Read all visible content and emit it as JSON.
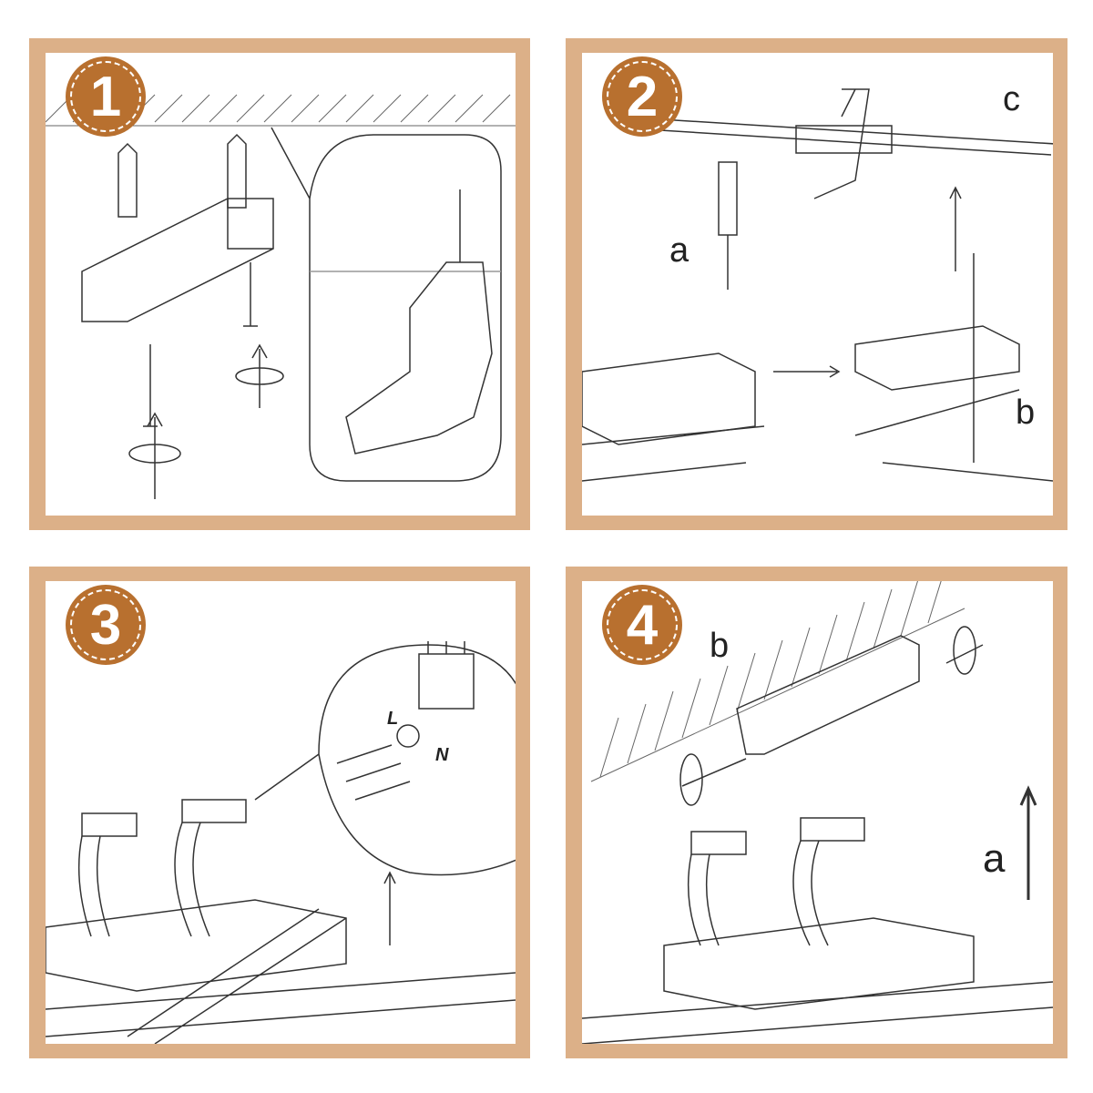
{
  "steps": [
    {
      "number": "1"
    },
    {
      "number": "2",
      "labels": {
        "a": "a",
        "b": "b",
        "c": "c"
      }
    },
    {
      "number": "3",
      "labels": {
        "live": "L",
        "neutral": "N"
      }
    },
    {
      "number": "4",
      "labels": {
        "b": "b",
        "a": "a"
      }
    }
  ],
  "colors": {
    "frame": "#dcb088",
    "badge": "#b8702f"
  }
}
